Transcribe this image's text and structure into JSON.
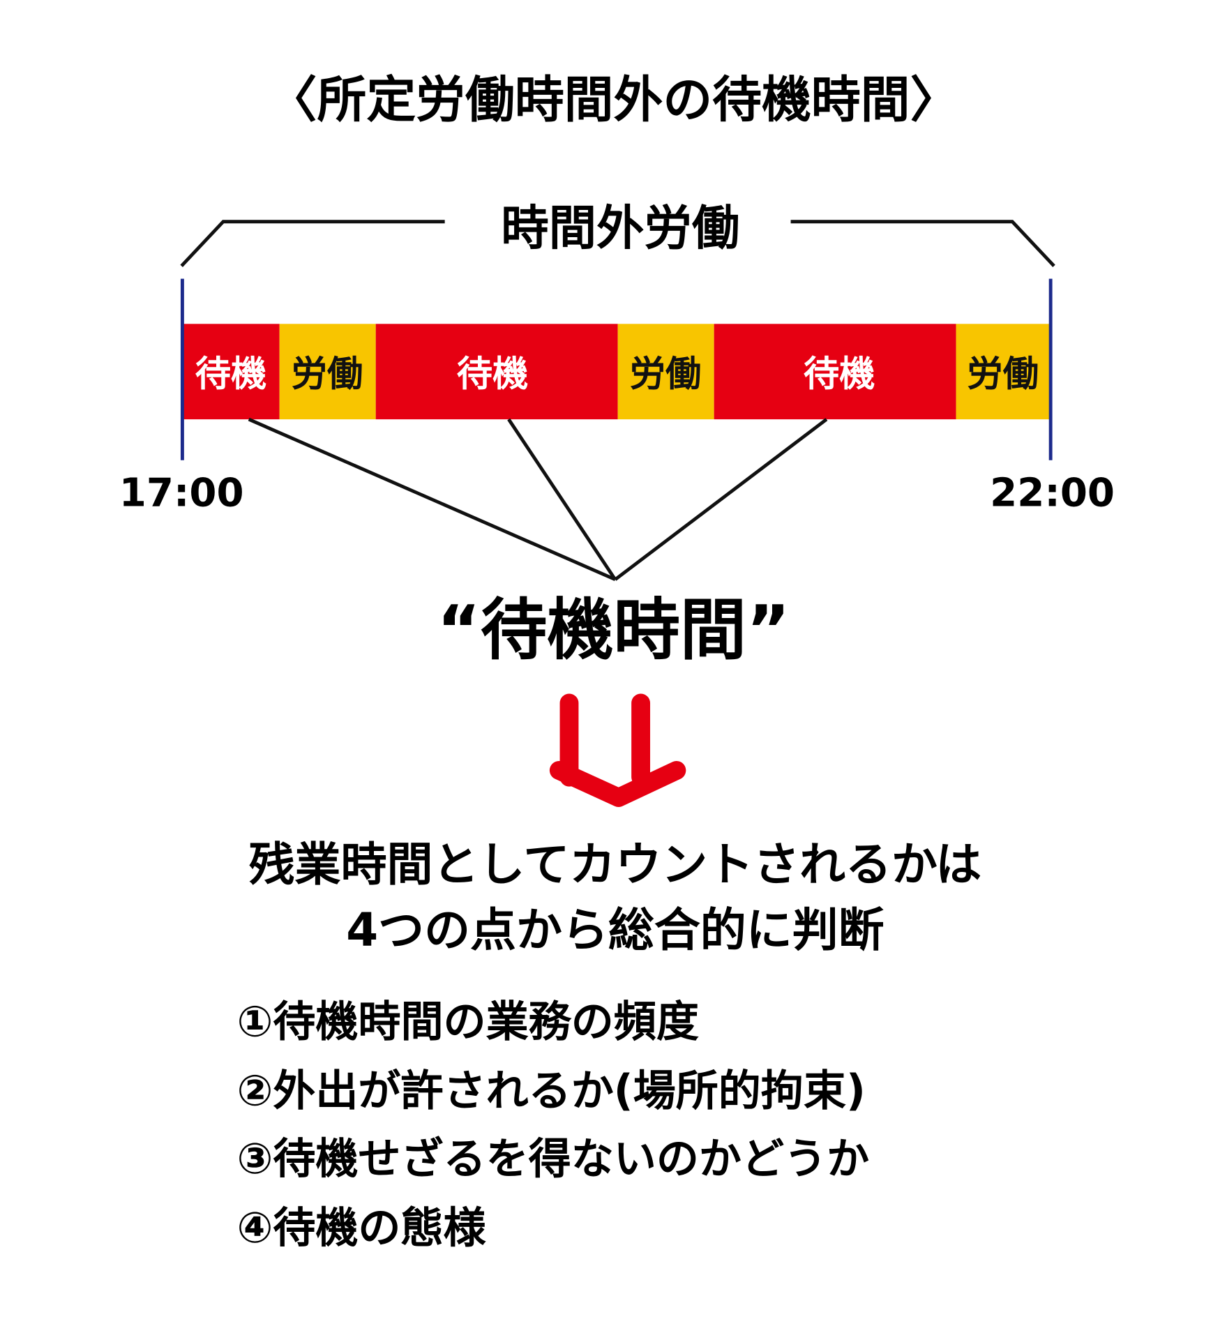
{
  "title": "〈所定労働時間外の待機時間〉",
  "bracket_label": "時間外労働",
  "timeline": {
    "start_label": "17:00",
    "end_label": "22:00",
    "segments": [
      {
        "label": "待機",
        "type": "standby"
      },
      {
        "label": "労働",
        "type": "work"
      },
      {
        "label": "待機",
        "type": "standby"
      },
      {
        "label": "労働",
        "type": "work"
      },
      {
        "label": "待機",
        "type": "standby"
      },
      {
        "label": "労働",
        "type": "work"
      }
    ]
  },
  "colors": {
    "standby": "#e60012",
    "work": "#f8c500",
    "marker": "#1c2a8c",
    "arrow": "#e60012"
  },
  "callout": "“待機時間”",
  "conclusion": [
    "残業時間としてカウントされるかは",
    "4つの点から総合的に判断"
  ],
  "criteria": [
    "①待機時間の業務の頻度",
    "②外出が許されるか(場所的拘束)",
    "③待機せざるを得ないのかどうか",
    "④待機の態様"
  ]
}
